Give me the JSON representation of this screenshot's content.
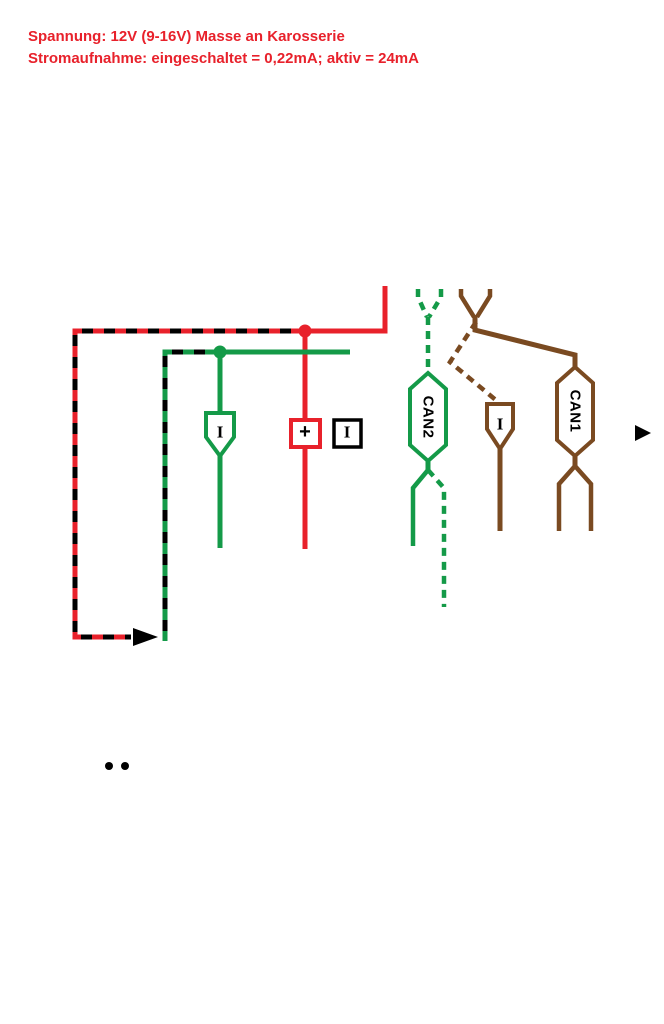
{
  "header": {
    "line1": "Spannung: 12V (9-16V) Masse an Karosserie",
    "line2": "Stromaufnahme: eingeschaltet = 0,22mA; aktiv = 24mA"
  },
  "labels": {
    "terminal_green": "I",
    "terminal_plus": "+",
    "terminal_black": "I",
    "can2": "CAN2",
    "terminal_brown": "I",
    "can1": "CAN1"
  },
  "colors": {
    "header_text": "#e8212b",
    "wire_red": "#e8212b",
    "wire_green": "#149a48",
    "wire_brown": "#7a4a21",
    "wire_black": "#000000",
    "background": "#ffffff"
  }
}
